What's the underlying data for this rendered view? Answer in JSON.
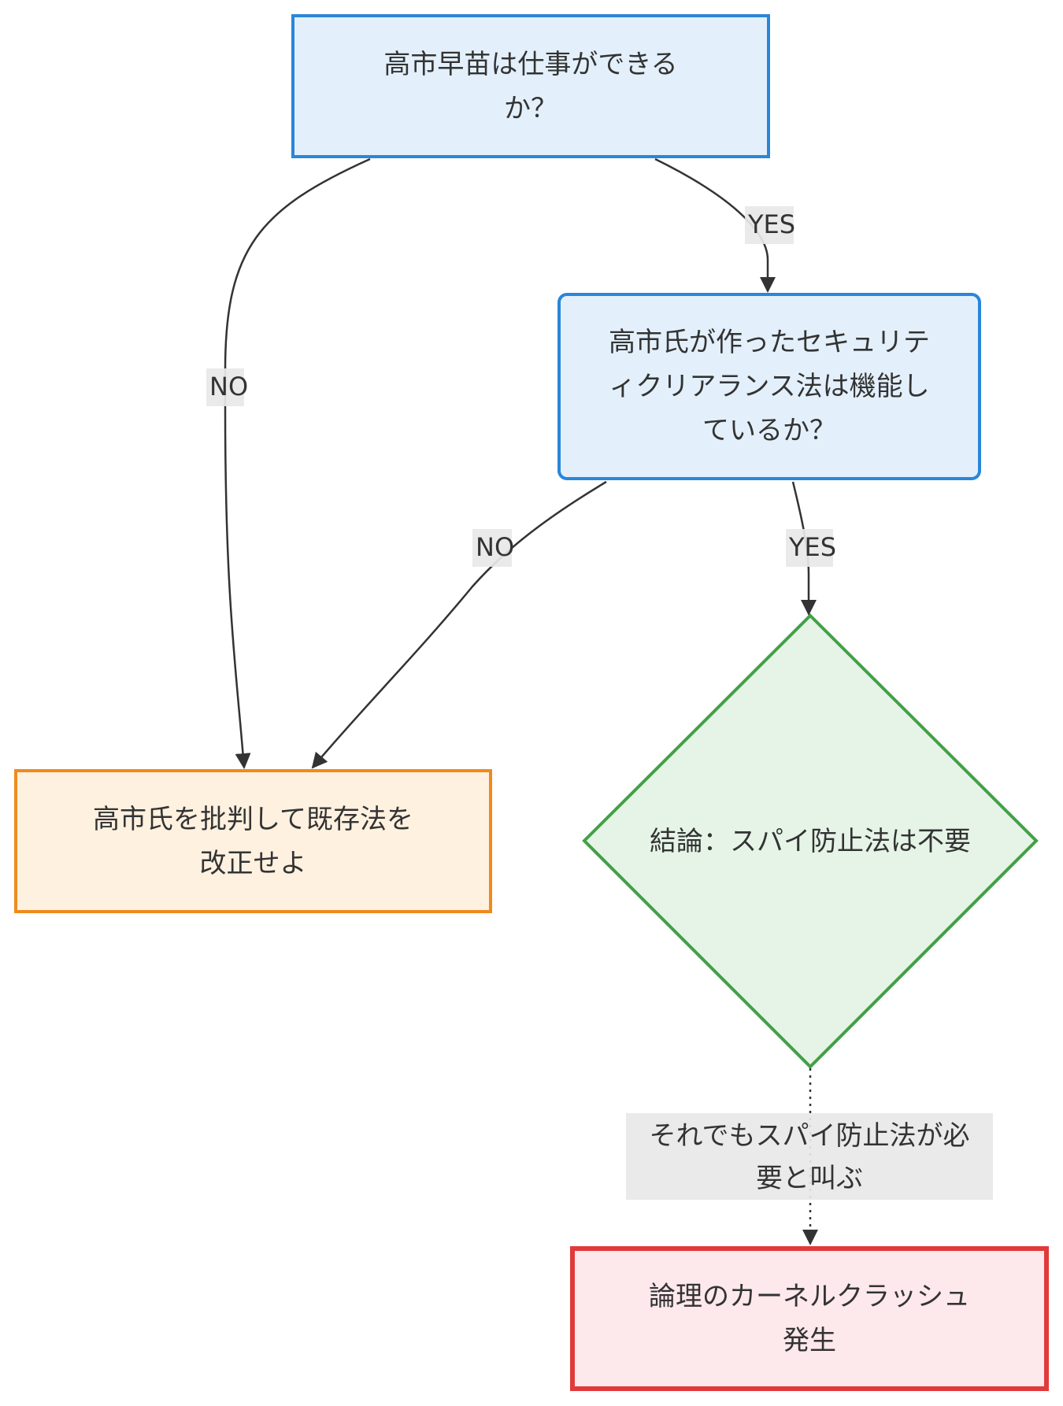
{
  "diagram": {
    "type": "flowchart",
    "nodes": {
      "top": {
        "text": "高市早苗は仕事ができる\nか？",
        "shape": "rectangle",
        "border_color": "#2a86d9",
        "fill_color": "#e3f0fb"
      },
      "security": {
        "text": "高市氏が作ったセキュリテ\nィクリアランス法は機能し\nているか？",
        "shape": "rounded-rectangle",
        "border_color": "#2a86d9",
        "fill_color": "#e3f0fb"
      },
      "fix": {
        "text": "高市氏を批判して既存法を\n改正せよ",
        "shape": "rectangle",
        "border_color": "#f08a1c",
        "fill_color": "#fff1e0"
      },
      "conclusion": {
        "text": "結論：スパイ防止法は不要",
        "shape": "diamond",
        "border_color": "#43a047",
        "fill_color": "#e6f4e7"
      },
      "crash": {
        "text": "論理のカーネルクラッシュ\n発生",
        "shape": "rectangle",
        "border_color": "#e03a3a",
        "fill_color": "#fde8ec"
      }
    },
    "edges": [
      {
        "from": "top",
        "to": "fix",
        "label": "NO",
        "style": "solid"
      },
      {
        "from": "top",
        "to": "security",
        "label": "YES",
        "style": "solid"
      },
      {
        "from": "security",
        "to": "fix",
        "label": "NO",
        "style": "solid"
      },
      {
        "from": "security",
        "to": "conclusion",
        "label": "YES",
        "style": "solid"
      },
      {
        "from": "conclusion",
        "to": "crash",
        "label": "それでもスパイ防止法が必\n要と叫ぶ",
        "style": "dotted"
      }
    ],
    "edge_color": "#333333",
    "label_background": "#e8e8e8"
  }
}
